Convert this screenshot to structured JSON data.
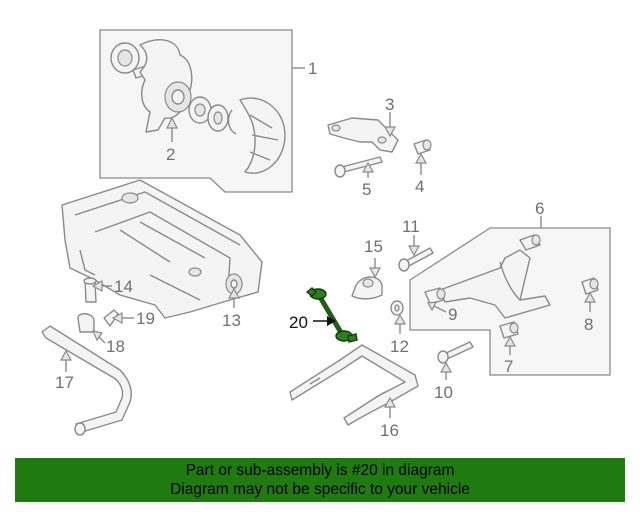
{
  "diagram": {
    "callouts": [
      {
        "id": "1",
        "label": "1"
      },
      {
        "id": "2",
        "label": "2"
      },
      {
        "id": "3",
        "label": "3"
      },
      {
        "id": "4",
        "label": "4"
      },
      {
        "id": "5",
        "label": "5"
      },
      {
        "id": "6",
        "label": "6"
      },
      {
        "id": "7",
        "label": "7"
      },
      {
        "id": "8",
        "label": "8"
      },
      {
        "id": "9",
        "label": "9"
      },
      {
        "id": "10",
        "label": "10"
      },
      {
        "id": "11",
        "label": "11"
      },
      {
        "id": "12",
        "label": "12"
      },
      {
        "id": "13",
        "label": "13"
      },
      {
        "id": "14",
        "label": "14"
      },
      {
        "id": "15",
        "label": "15"
      },
      {
        "id": "16",
        "label": "16"
      },
      {
        "id": "17",
        "label": "17"
      },
      {
        "id": "18",
        "label": "18"
      },
      {
        "id": "19",
        "label": "19"
      },
      {
        "id": "20",
        "label": "20",
        "highlighted": true
      }
    ],
    "highlight_color": "#2e7d1f"
  },
  "banner": {
    "line1": "Part or sub-assembly is #20 in diagram",
    "line2": "Diagram may not be specific to your vehicle",
    "background": "#1f7a10"
  }
}
